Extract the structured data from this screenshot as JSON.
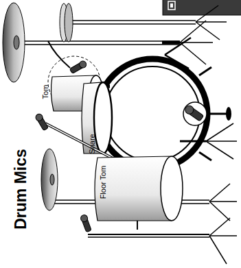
{
  "diagram": {
    "title": "Drum Mics",
    "labels": [
      "Tom",
      "Snare",
      "Floor Tom"
    ]
  }
}
